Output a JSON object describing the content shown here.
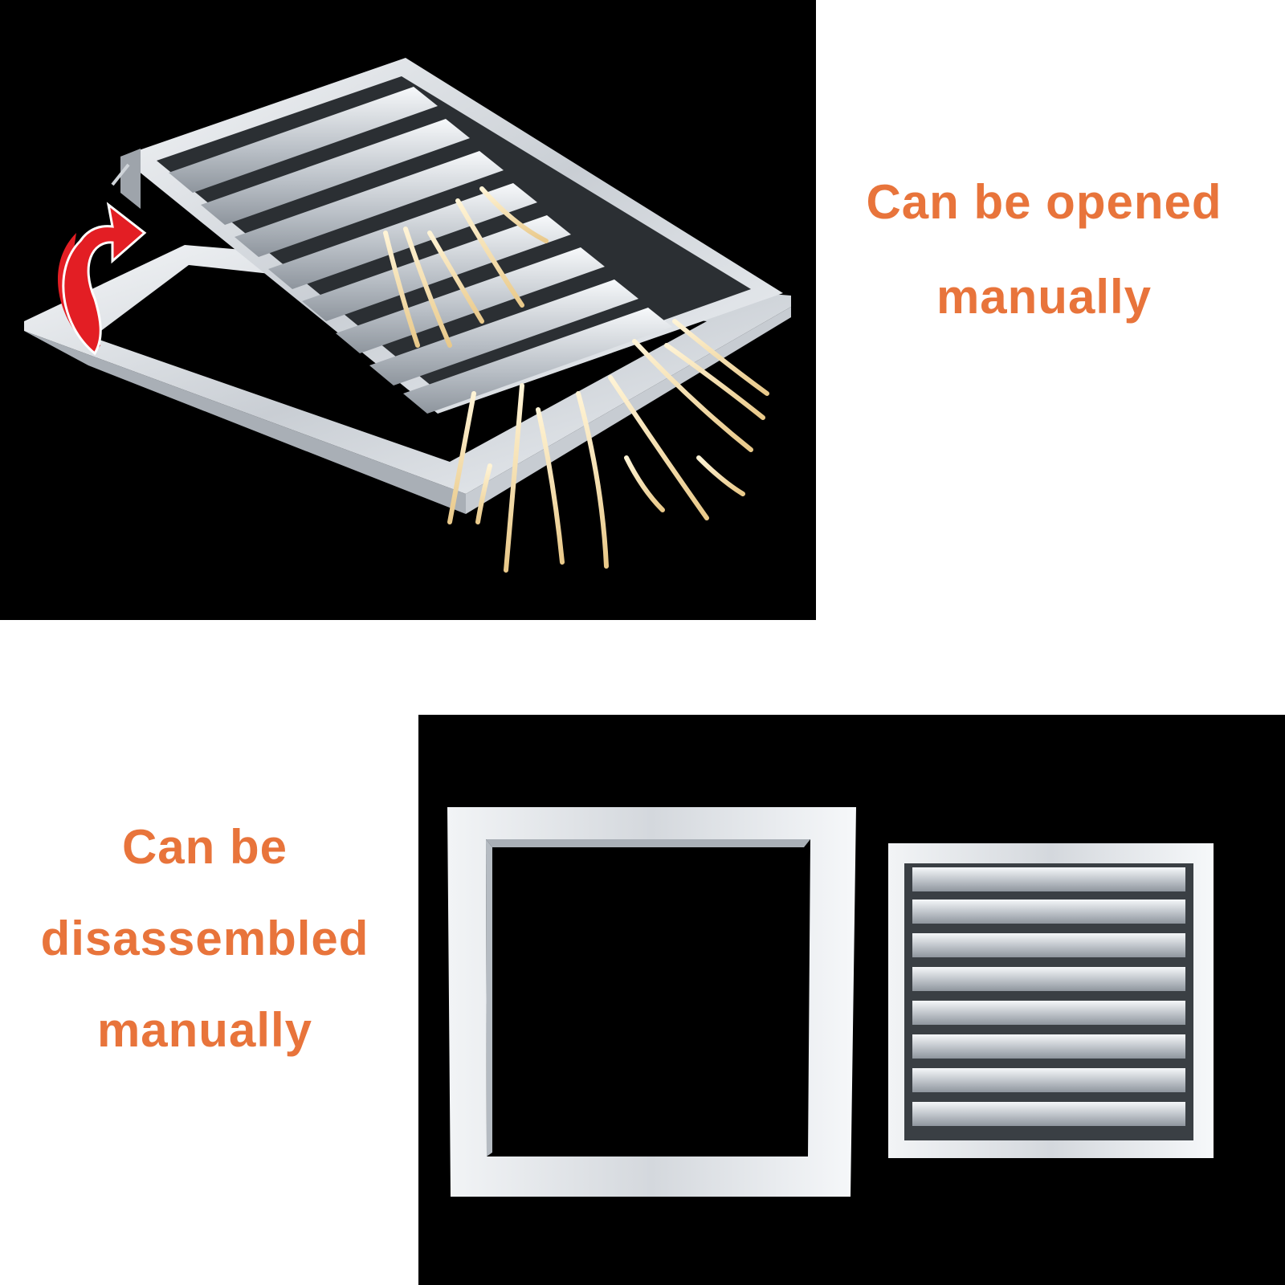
{
  "captions": {
    "opened": {
      "line1": "Can be opened",
      "line2": "manually"
    },
    "disassembled": {
      "line1": "Can be",
      "line2": "disassembled",
      "line3": "manually"
    }
  },
  "colors": {
    "caption": "#e8743b",
    "panel_background": "#000000",
    "page_background": "#ffffff",
    "arrow": "#e31e24",
    "airflow": "#f2d9a0",
    "aluminum": "#d6dadf"
  },
  "icons": {
    "open_arrow": "curved-arrow-icon",
    "airflow": "airflow-lines"
  }
}
